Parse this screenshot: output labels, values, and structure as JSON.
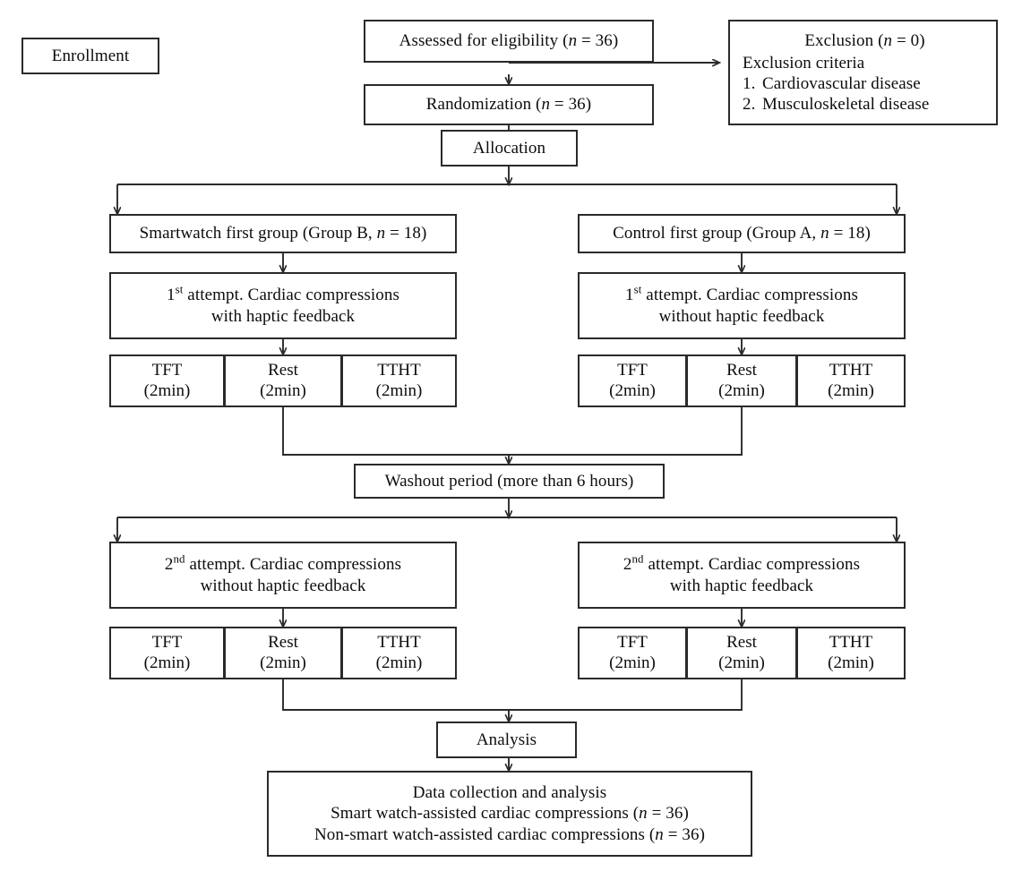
{
  "diagram": {
    "title": "CONSORT study flow diagram",
    "type": "flowchart",
    "stroke_color": "#2a2a2a",
    "background_color": "#ffffff",
    "nodes": {
      "enrollment": {
        "label": "Enrollment"
      },
      "assessed": {
        "label": "Assessed for eligibility (n = 36)",
        "text": "Assessed for eligibility (",
        "n_symbol": "n",
        "n_value": " = 36)"
      },
      "randomization": {
        "label": "Randomization (n = 36)",
        "text": "Randomization (",
        "n_symbol": "n",
        "n_value": " = 36)"
      },
      "exclusion": {
        "title_text": "Exclusion (",
        "title_n": "n",
        "title_value": " = 0)",
        "subtitle": "Exclusion criteria",
        "items": [
          {
            "num": "1.",
            "text": "Cardiovascular disease"
          },
          {
            "num": "2.",
            "text": "Musculoskeletal disease"
          }
        ]
      },
      "allocation": {
        "label": "Allocation"
      },
      "group_b": {
        "text": "Smartwatch first group (Group B, ",
        "n_symbol": "n",
        "n_value": " = 18)"
      },
      "group_a": {
        "text": "Control first group (Group A, ",
        "n_symbol": "n",
        "n_value": " = 18)"
      },
      "attempt1_left": {
        "ordinal": "1",
        "ordinal_suffix": "st",
        "line1_rest": " attempt. Cardiac compressions",
        "line2": "with haptic feedback"
      },
      "attempt1_right": {
        "ordinal": "1",
        "ordinal_suffix": "st",
        "line1_rest": " attempt. Cardiac compressions",
        "line2": "without haptic feedback"
      },
      "attempt2_left": {
        "ordinal": "2",
        "ordinal_suffix": "nd",
        "line1_rest": " attempt. Cardiac compressions",
        "line2": "without haptic feedback"
      },
      "attempt2_right": {
        "ordinal": "2",
        "ordinal_suffix": "nd",
        "line1_rest": " attempt. Cardiac compressions",
        "line2": "with haptic feedback"
      },
      "washout": {
        "label": "Washout period (more than 6 hours)"
      },
      "analysis": {
        "label": "Analysis"
      },
      "data_collection": {
        "line1": "Data collection and analysis",
        "line2_text": "Smart watch-assisted cardiac compressions (",
        "line2_n": "n",
        "line2_value": " = 36)",
        "line3_text": "Non-smart watch-assisted cardiac compressions (",
        "line3_n": "n",
        "line3_value": " = 36)"
      }
    },
    "phase_rows": {
      "phase1_left": [
        {
          "name": "TFT",
          "duration": "(2min)"
        },
        {
          "name": "Rest",
          "duration": "(2min)"
        },
        {
          "name": "TTHT",
          "duration": "(2min)"
        }
      ],
      "phase1_right": [
        {
          "name": "TFT",
          "duration": "(2min)"
        },
        {
          "name": "Rest",
          "duration": "(2min)"
        },
        {
          "name": "TTHT",
          "duration": "(2min)"
        }
      ],
      "phase2_left": [
        {
          "name": "TFT",
          "duration": "(2min)"
        },
        {
          "name": "Rest",
          "duration": "(2min)"
        },
        {
          "name": "TTHT",
          "duration": "(2min)"
        }
      ],
      "phase2_right": [
        {
          "name": "TFT",
          "duration": "(2min)"
        },
        {
          "name": "Rest",
          "duration": "(2min)"
        },
        {
          "name": "TTHT",
          "duration": "(2min)"
        }
      ]
    }
  }
}
